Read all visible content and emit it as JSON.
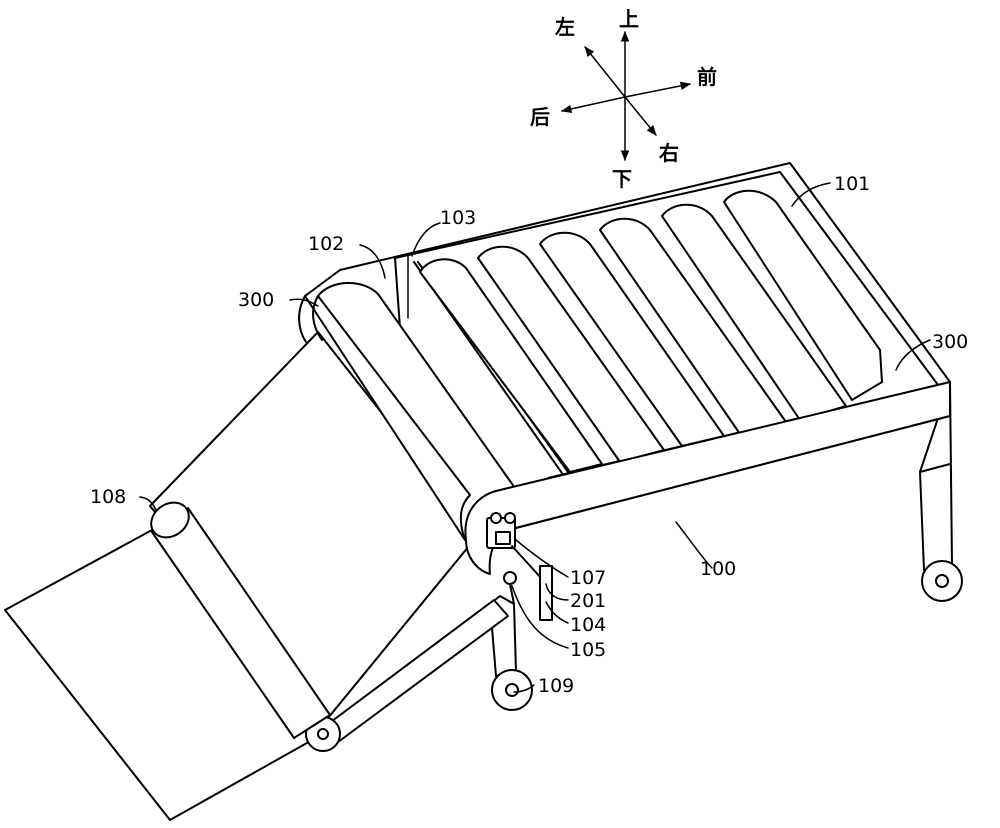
{
  "directions": {
    "up": "上",
    "down": "下",
    "left": "左",
    "right": "右",
    "front": "前",
    "back": "后"
  },
  "labels": {
    "frame": "100",
    "tank": "101",
    "plate": "102",
    "partition": "103",
    "part_104": "104",
    "part_105": "105",
    "motor": "107",
    "part_201": "201",
    "front_roller": "108",
    "wheel": "109",
    "roller_left": "300",
    "roller_right": "300"
  }
}
